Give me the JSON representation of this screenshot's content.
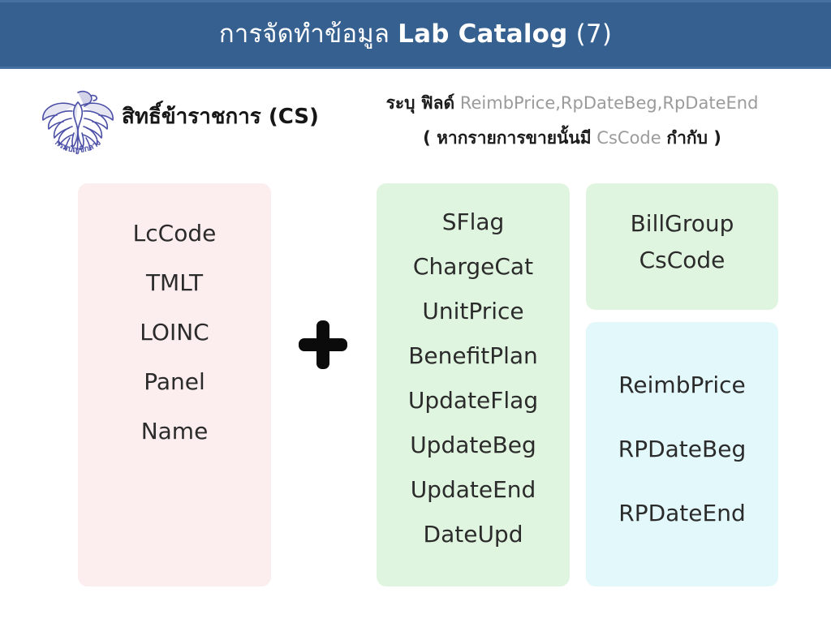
{
  "header": {
    "title_thai": "การจัดทำข้อมูล",
    "title_eng": "Lab Catalog",
    "title_num": "(7)",
    "bar_color": "#35608F"
  },
  "subhead": {
    "logo_name": "garuda-emblem-icon",
    "logo_caption": "กรมบัญชีกลาง",
    "logo_color": "#4B4FA6",
    "cs_label": "สิทธิ์ข้าราชการ (CS)",
    "note_line1_bold": "ระบุ ฟิลด์",
    "note_line1_plain": "ReimbPrice,RpDateBeg,RpDateEnd",
    "note_line2_open": "( หากรายการขายนั้นมี",
    "note_line2_code": "CsCode",
    "note_line2_close": "กำกับ )"
  },
  "operator": {
    "symbol_name": "plus-sign"
  },
  "cards": [
    {
      "id": "base-fields",
      "color": "#FCEDEE",
      "fields": [
        "LcCode",
        "TMLT",
        "LOINC",
        "Panel",
        "Name"
      ]
    },
    {
      "id": "sale-fields",
      "color": "#E0F5E0",
      "fields": [
        "SFlag",
        "ChargeCat",
        "UnitPrice",
        "BenefitPlan",
        "UpdateFlag",
        "UpdateBeg",
        "UpdateEnd",
        "DateUpd"
      ]
    },
    {
      "id": "billing-fields",
      "color": "#E0F5E0",
      "fields": [
        "BillGroup",
        "CsCode"
      ]
    },
    {
      "id": "reimbursement-fields",
      "color": "#E2F8FB",
      "fields": [
        "ReimbPrice",
        "RPDateBeg",
        "RPDateEnd"
      ]
    }
  ]
}
